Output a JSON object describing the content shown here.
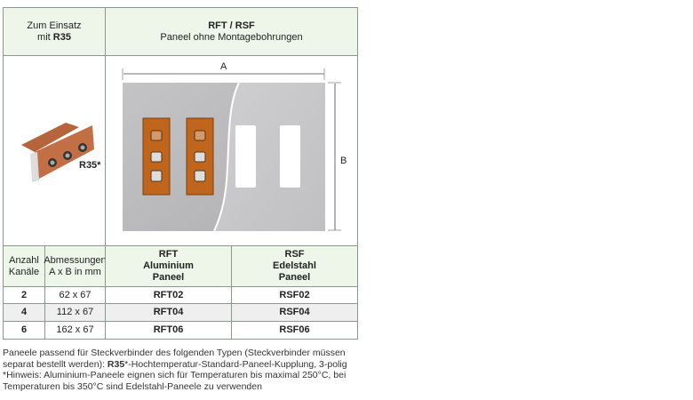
{
  "header": {
    "left_line1": "Zum Einsatz",
    "left_line2_prefix": "mit ",
    "left_line2_bold": "R35",
    "right_title": "RFT / RSF",
    "right_subtitle": "Paneel ohne Montagebohrungen"
  },
  "image_row": {
    "connector_label": "R35*",
    "dim_a": "A",
    "dim_b": "B"
  },
  "columns": [
    {
      "lines": [
        "Anzahl",
        "Kanäle"
      ]
    },
    {
      "lines": [
        "Abmessungen",
        "A x B in mm"
      ]
    },
    {
      "lines": [
        "RFT",
        "Aluminium",
        "Paneel"
      ]
    },
    {
      "lines": [
        "RSF",
        "Edelstahl",
        "Paneel"
      ]
    }
  ],
  "rows": [
    {
      "channels": "2",
      "dims": "62 x 67",
      "rft": "RFT02",
      "rsf": "RSF02"
    },
    {
      "channels": "4",
      "dims": "112 x 67",
      "rft": "RFT04",
      "rsf": "RSF04"
    },
    {
      "channels": "6",
      "dims": "162 x 67",
      "rft": "RFT06",
      "rsf": "RSF06"
    }
  ],
  "notes": {
    "line1": "Paneele passend für Steckverbinder des folgenden Typen (Steckverbinder müssen",
    "line2_prefix": "separat bestellt werden): ",
    "line2_bold": "R35",
    "line2_suffix": "*-Hochtemperatur-Standard-Paneel-Kupplung, 3-polig",
    "line3": "*Hinweis: Aluminium-Paneele eignen sich für Temperaturen bis maximal 250°C, bei",
    "line4": "Temperaturen bis 350°C sind Edelstahl-Paneele zu verwenden"
  }
}
